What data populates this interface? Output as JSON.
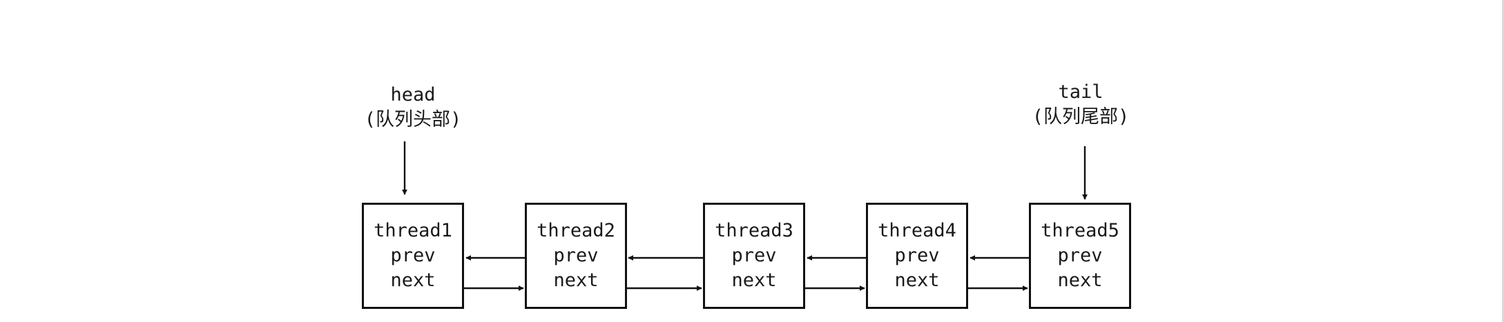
{
  "diagram": {
    "head_label": {
      "name": "head",
      "note": "(队列头部)"
    },
    "tail_label": {
      "name": "tail",
      "note": "(队列尾部)"
    },
    "nodes": [
      {
        "title": "thread1",
        "prev": "prev",
        "next": "next"
      },
      {
        "title": "thread2",
        "prev": "prev",
        "next": "next"
      },
      {
        "title": "thread3",
        "prev": "prev",
        "next": "next"
      },
      {
        "title": "thread4",
        "prev": "prev",
        "next": "next"
      },
      {
        "title": "thread5",
        "prev": "prev",
        "next": "next"
      }
    ],
    "colors": {
      "stroke": "#111111",
      "text": "#1a1a1a",
      "background": "#ffffff"
    }
  }
}
